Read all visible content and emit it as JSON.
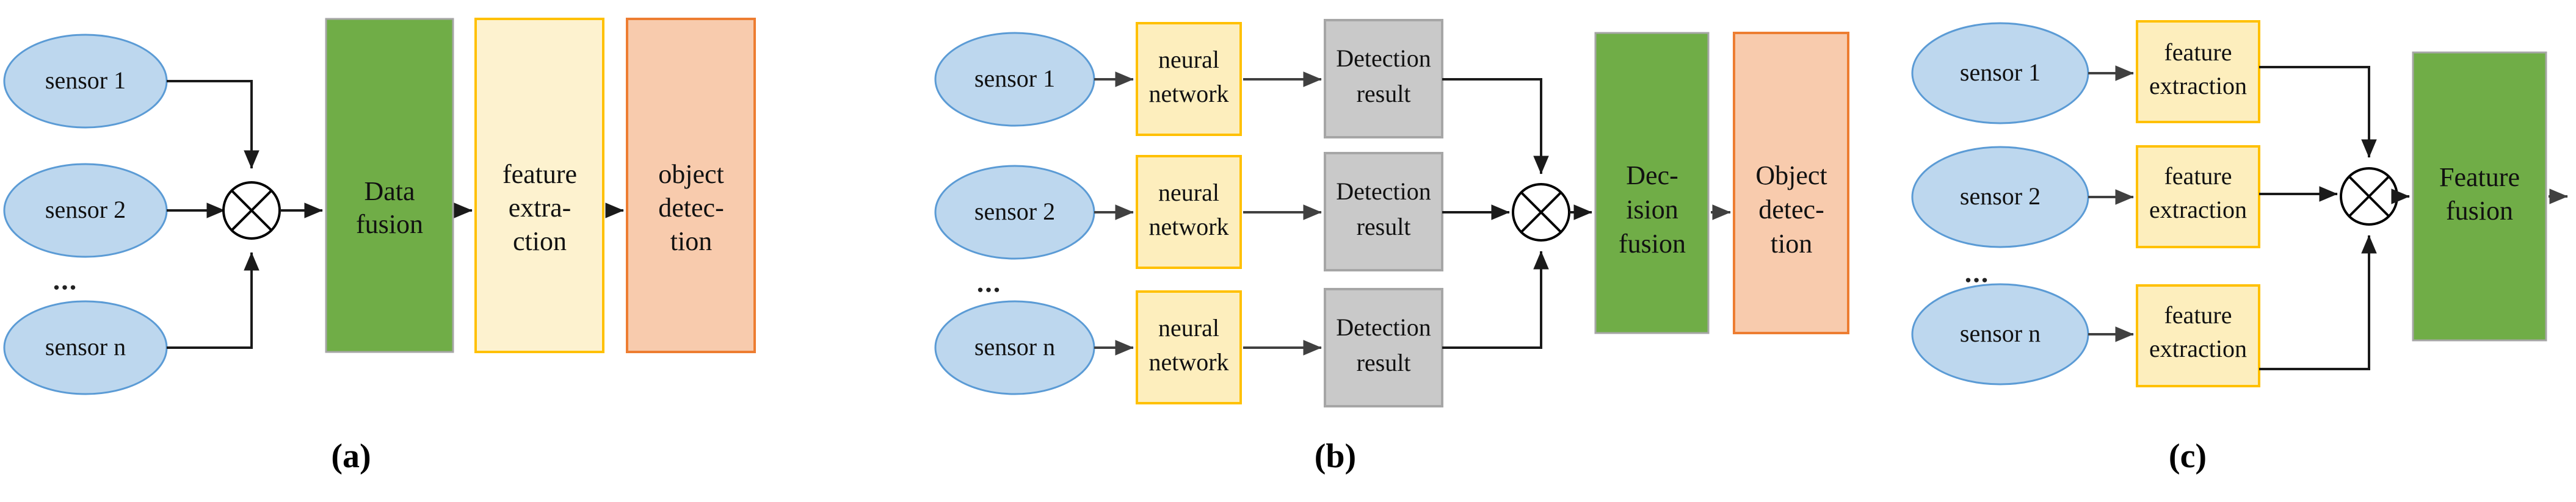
{
  "figure": {
    "caption_labels": [
      "(a)",
      "(b)",
      "(c)"
    ],
    "colors": {
      "sensor_fill": "#bdd7ee",
      "sensor_stroke": "#5b9bd5",
      "green_fill": "#70ad47",
      "cream_fill": "#fdf2cf",
      "yellow_fill": "#fdeebd",
      "yellow_stroke": "#ffc000",
      "orange_fill": "#f8cbad",
      "orange_stroke": "#ed7d31",
      "gray_fill": "#c9c9c9",
      "gray_stroke": "#a6a6a6",
      "edge": "#404040",
      "text": "#111111"
    },
    "fusion_operator_symbol": "circled-cross"
  },
  "panel_a": {
    "label": "(a)",
    "sensors": [
      {
        "label": "sensor 1"
      },
      {
        "label": "sensor 2"
      },
      {
        "label": "sensor n"
      }
    ],
    "ellipsis": "...",
    "stages": [
      {
        "id": "data-fusion",
        "lines": [
          "Data",
          "fusion"
        ],
        "color": "green"
      },
      {
        "id": "feature-extraction",
        "lines": [
          "feature",
          "extra-",
          "ction"
        ],
        "color": "cream"
      },
      {
        "id": "object-detection",
        "lines": [
          "object",
          "detec-",
          "tion"
        ],
        "color": "orange"
      }
    ]
  },
  "panel_b": {
    "label": "(b)",
    "rows": [
      {
        "sensor": "sensor 1",
        "network": [
          "neural",
          "network"
        ],
        "result": [
          "Detection",
          "result"
        ]
      },
      {
        "sensor": "sensor 2",
        "network": [
          "neural",
          "network"
        ],
        "result": [
          "Detection",
          "result"
        ]
      },
      {
        "sensor": "sensor n",
        "network": [
          "neural",
          "network"
        ],
        "result": [
          "Detection",
          "result"
        ]
      }
    ],
    "ellipsis": "...",
    "stages": [
      {
        "id": "decision-fusion",
        "lines": [
          "Dec-",
          "ision",
          "fusion"
        ],
        "color": "green"
      },
      {
        "id": "object-detection",
        "lines": [
          "Object",
          "detec-",
          "tion"
        ],
        "color": "orange"
      }
    ]
  },
  "panel_c": {
    "label": "(c)",
    "rows": [
      {
        "sensor": "sensor 1",
        "extractor": [
          "feature",
          "extraction"
        ]
      },
      {
        "sensor": "sensor 2",
        "extractor": [
          "feature",
          "extraction"
        ]
      },
      {
        "sensor": "sensor n",
        "extractor": [
          "feature",
          "extraction"
        ]
      }
    ],
    "ellipsis": "...",
    "stages": [
      {
        "id": "feature-fusion",
        "lines": [
          "Feature",
          "fusion"
        ],
        "color": "green"
      }
    ]
  }
}
